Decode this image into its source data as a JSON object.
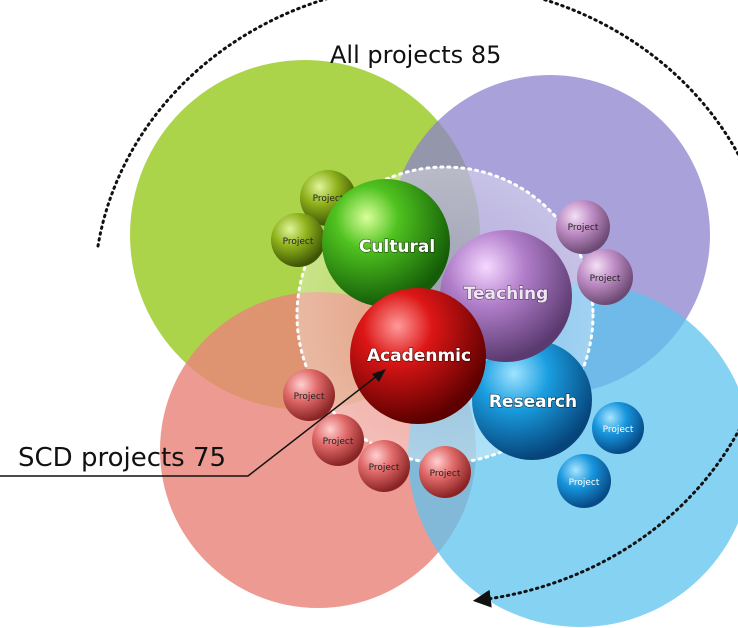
{
  "all_projects_label": "All projects 85",
  "scd_projects_label": "SCD projects 75",
  "spheres": {
    "cultural": "Cultural",
    "teaching": "Teaching",
    "academic": "Acadenmic",
    "research": "Research"
  },
  "project_label": "Project",
  "colors": {
    "green": "#9ccc2a",
    "purple": "#8c82cc",
    "red": "#e9857a",
    "blue": "#5ec3ef"
  }
}
